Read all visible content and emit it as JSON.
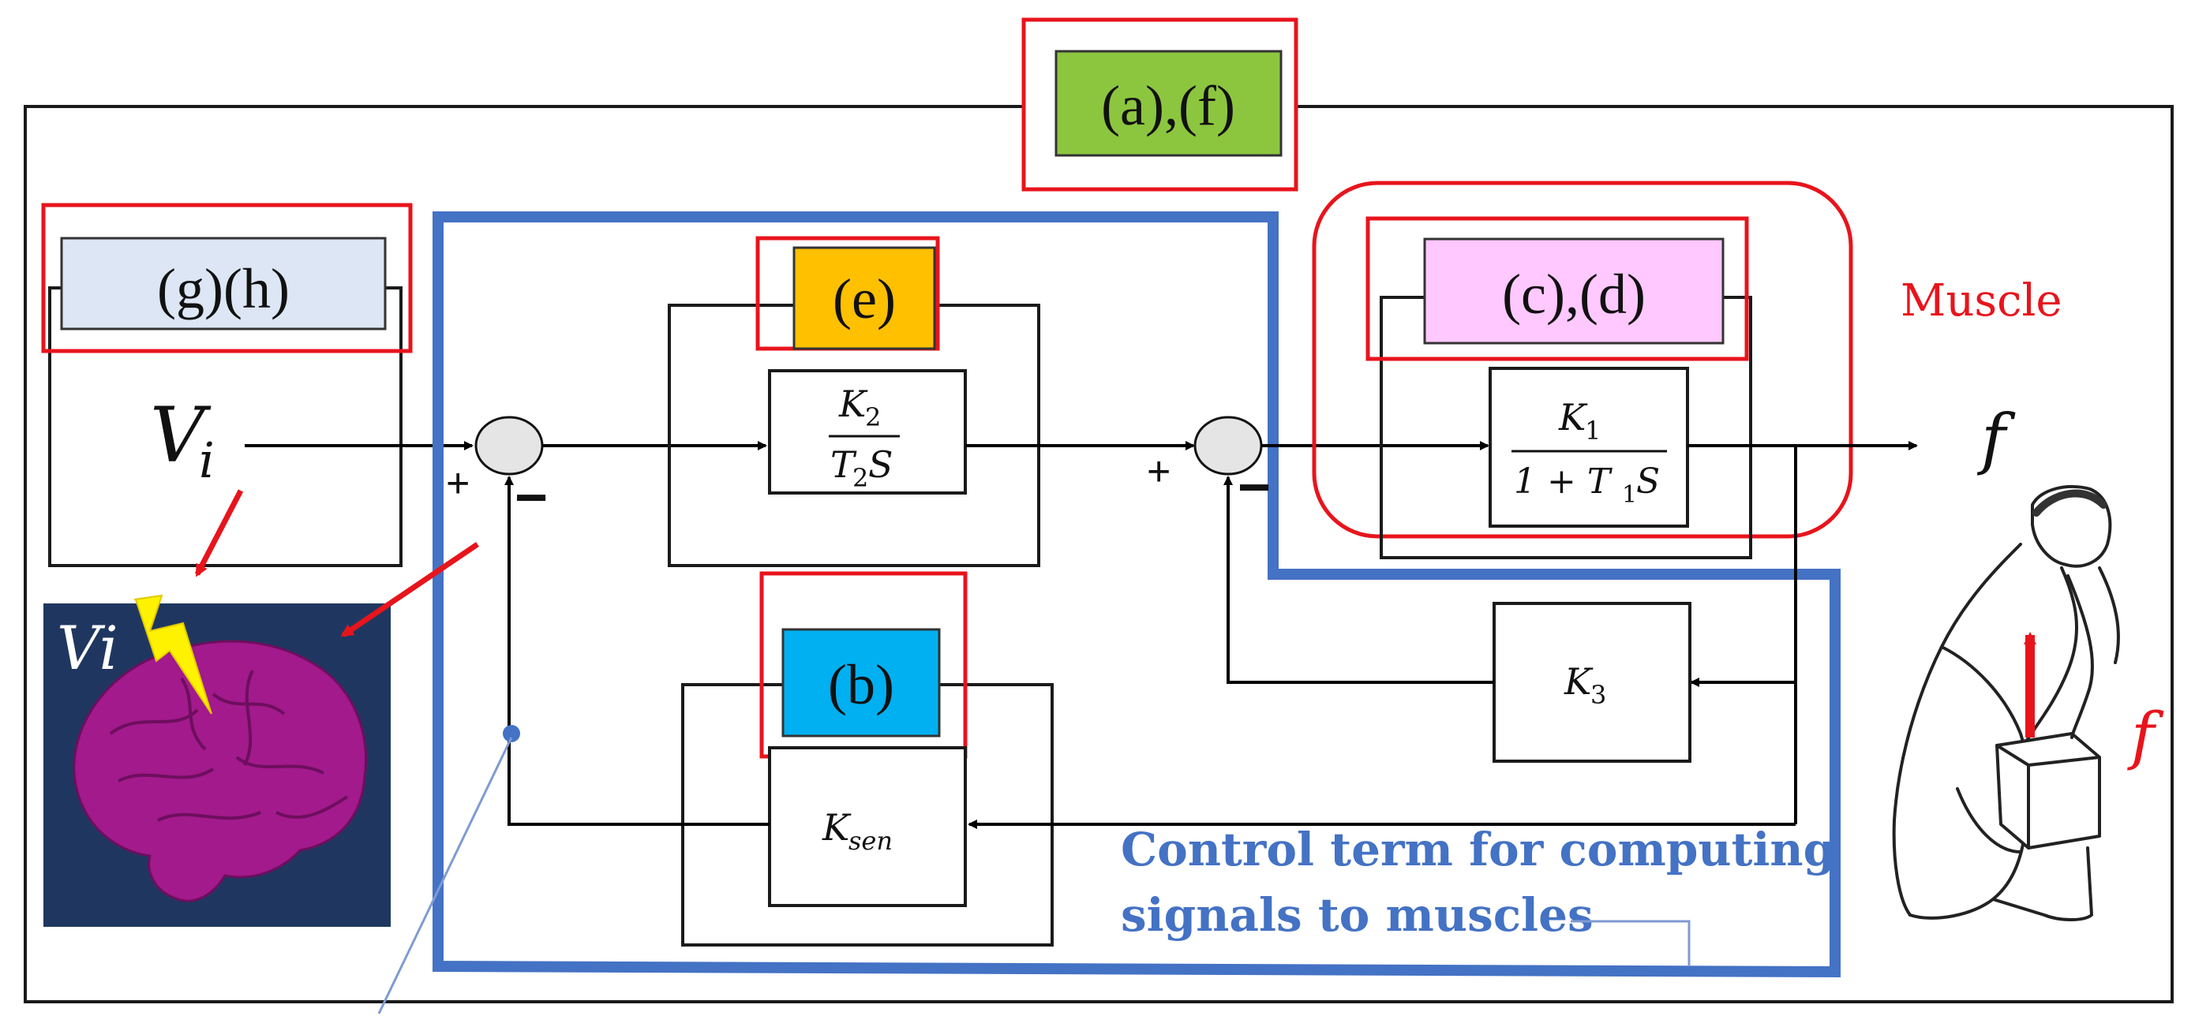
{
  "labels": {
    "af": "(a),(f)",
    "gh": "(g)(h)",
    "e": "(e)",
    "b": "(b)",
    "cd": "(c),(d)"
  },
  "signals": {
    "input": "V",
    "input_sub": "i",
    "output": "f",
    "brain_label": "Vi",
    "person_force": "f"
  },
  "blocks": {
    "k2_num": "K",
    "k2_num_sub": "2",
    "k2_den": "T",
    "k2_den_sub": "2",
    "k2_den_tail": "S",
    "k1_num": "K",
    "k1_num_sub": "1",
    "k1_den": "1 + T",
    "k1_den_sub": "1",
    "k1_den_tail": "S",
    "k3": "K",
    "k3_sub": "3",
    "ksen": "K",
    "ksen_sub": "sen"
  },
  "signs": {
    "s1_plus": "+",
    "s1_minus": "−",
    "s2_plus": "+",
    "s2_minus": "−"
  },
  "annotations": {
    "muscle": "Muscle",
    "control_line1": "Control term for computing",
    "control_line2": "signals to muscles"
  },
  "colors": {
    "af_fill": "#8CC63F",
    "gh_fill": "#DCE6F4",
    "e_fill": "#FFC000",
    "b_fill": "#00B0F0",
    "cd_fill": "#FFC8FF",
    "highlight_red": "#E8141C",
    "control_blue": "#4472C4",
    "brain_bg": "#1F3760",
    "brain": "#A21A8C"
  }
}
